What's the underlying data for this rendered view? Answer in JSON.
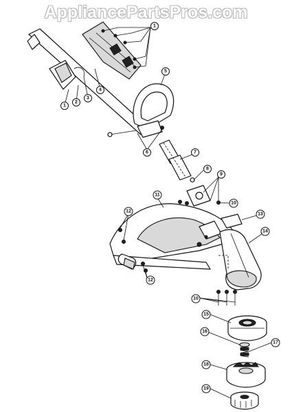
{
  "watermark": "AppliancePartsPros.com",
  "callouts": [
    "1",
    "1",
    "2",
    "3",
    "4",
    "5",
    "6",
    "7",
    "8",
    "9",
    "10",
    "11",
    "12",
    "12",
    "13",
    "14",
    "10",
    "15",
    "16",
    "17",
    "18",
    "19"
  ]
}
